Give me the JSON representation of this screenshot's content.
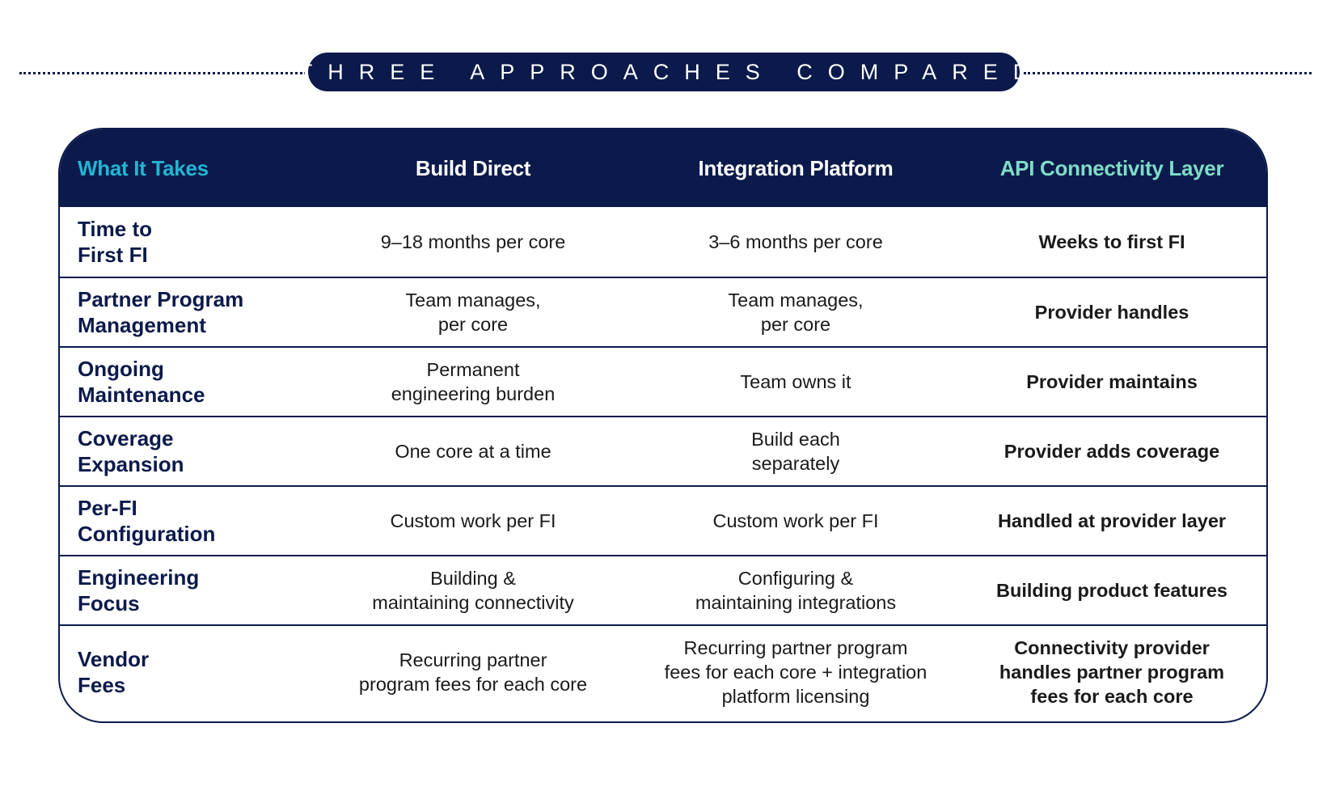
{
  "banner": {
    "title": "THREE APPROACHES COMPARED"
  },
  "table": {
    "headers": [
      "What It Takes",
      "Build Direct",
      "Integration Platform",
      "API Connectivity Layer"
    ],
    "rows": [
      {
        "label": "Time to\nFirst FI",
        "build_direct": "9–18 months per core",
        "integration_platform": "3–6 months per core",
        "api_layer": "Weeks to first FI"
      },
      {
        "label": "Partner Program\nManagement",
        "build_direct": "Team manages,\nper core",
        "integration_platform": "Team manages,\nper core",
        "api_layer": "Provider handles"
      },
      {
        "label": "Ongoing\nMaintenance",
        "build_direct": "Permanent\nengineering burden",
        "integration_platform": "Team owns it",
        "api_layer": "Provider maintains"
      },
      {
        "label": "Coverage\nExpansion",
        "build_direct": "One core at a time",
        "integration_platform": "Build each\nseparately",
        "api_layer": "Provider adds coverage"
      },
      {
        "label": "Per-FI\nConfiguration",
        "build_direct": "Custom work per FI",
        "integration_platform": "Custom work per FI",
        "api_layer": "Handled at provider layer"
      },
      {
        "label": "Engineering\nFocus",
        "build_direct": "Building &\nmaintaining connectivity",
        "integration_platform": "Configuring &\nmaintaining integrations",
        "api_layer": "Building product features"
      },
      {
        "label": "Vendor\nFees",
        "build_direct": "Recurring partner\nprogram fees for each core",
        "integration_platform": "Recurring partner program\nfees for each core + integration\nplatform licensing",
        "api_layer": "Connectivity provider\nhandles partner program\nfees for each core"
      }
    ]
  },
  "colors": {
    "navy": "#0b1a4b",
    "header_first": "#23b5d3",
    "header_last": "#7fdcc7"
  }
}
